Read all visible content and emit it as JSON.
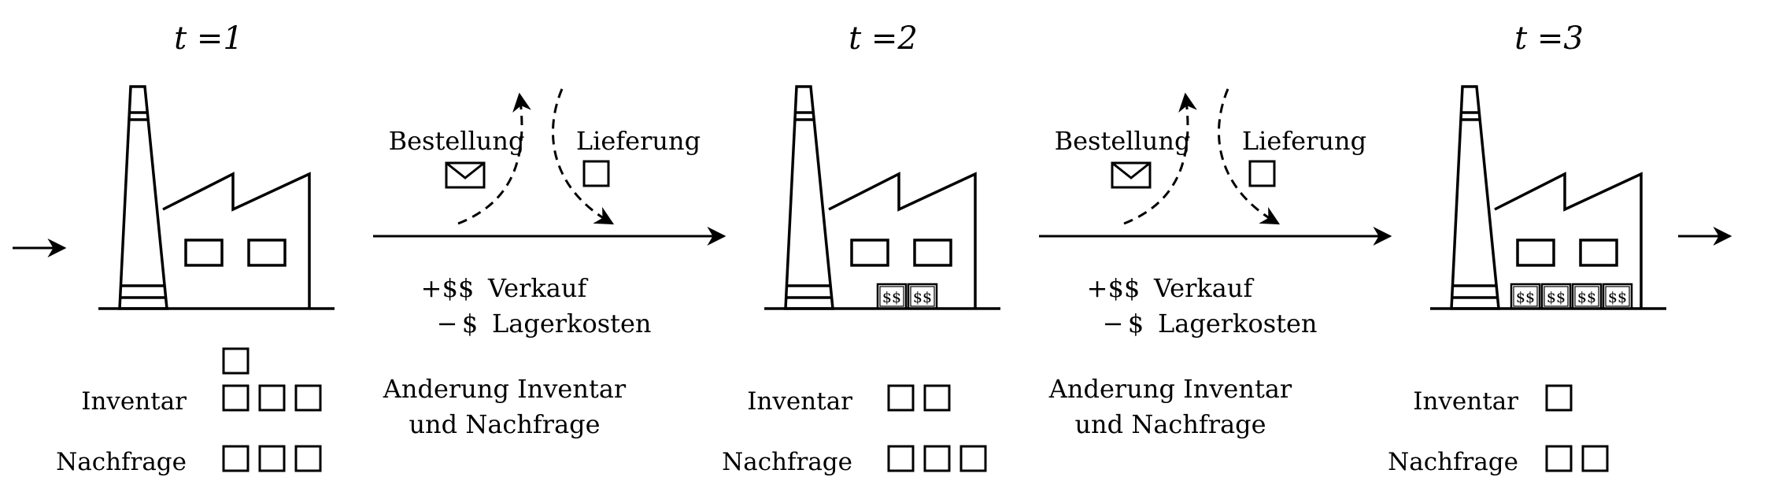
{
  "periods": [
    {
      "label": "t =1",
      "inventory_label": "Inventar",
      "inventory_boxes": 4,
      "demand_label": "Nachfrage",
      "demand_boxes": 3,
      "money_boxes": []
    },
    {
      "label": "t =2",
      "inventory_label": "Inventar",
      "inventory_boxes": 2,
      "demand_label": "Nachfrage",
      "demand_boxes": 3,
      "money_boxes": [
        "$$",
        "$$"
      ]
    },
    {
      "label": "t =3",
      "inventory_label": "Inventar",
      "inventory_boxes": 1,
      "demand_label": "Nachfrage",
      "demand_boxes": 2,
      "money_boxes": [
        "$$",
        "$$",
        "$$",
        "$$"
      ]
    }
  ],
  "transitions": [
    {
      "order_label": "Bestellung",
      "delivery_label": "Lieferung",
      "sale_sign": "+",
      "sale_amount": "$$",
      "sale_label": "Verkauf",
      "cost_sign": "−",
      "cost_amount": "$",
      "cost_label": "Lagerkosten",
      "change_line1": "Anderung Inventar",
      "change_line2": "und Nachfrage"
    },
    {
      "order_label": "Bestellung",
      "delivery_label": "Lieferung",
      "sale_sign": "+",
      "sale_amount": "$$",
      "sale_label": "Verkauf",
      "cost_sign": "−",
      "cost_amount": "$",
      "cost_label": "Lagerkosten",
      "change_line1": "Anderung Inventar",
      "change_line2": "und Nachfrage"
    }
  ],
  "icons": {
    "factory": "factory-icon",
    "order": "envelope-icon",
    "delivery": "package-icon",
    "unit": "box-icon",
    "money": "money-box-icon"
  },
  "colors": {
    "stroke": "#000000",
    "background": "#ffffff"
  }
}
